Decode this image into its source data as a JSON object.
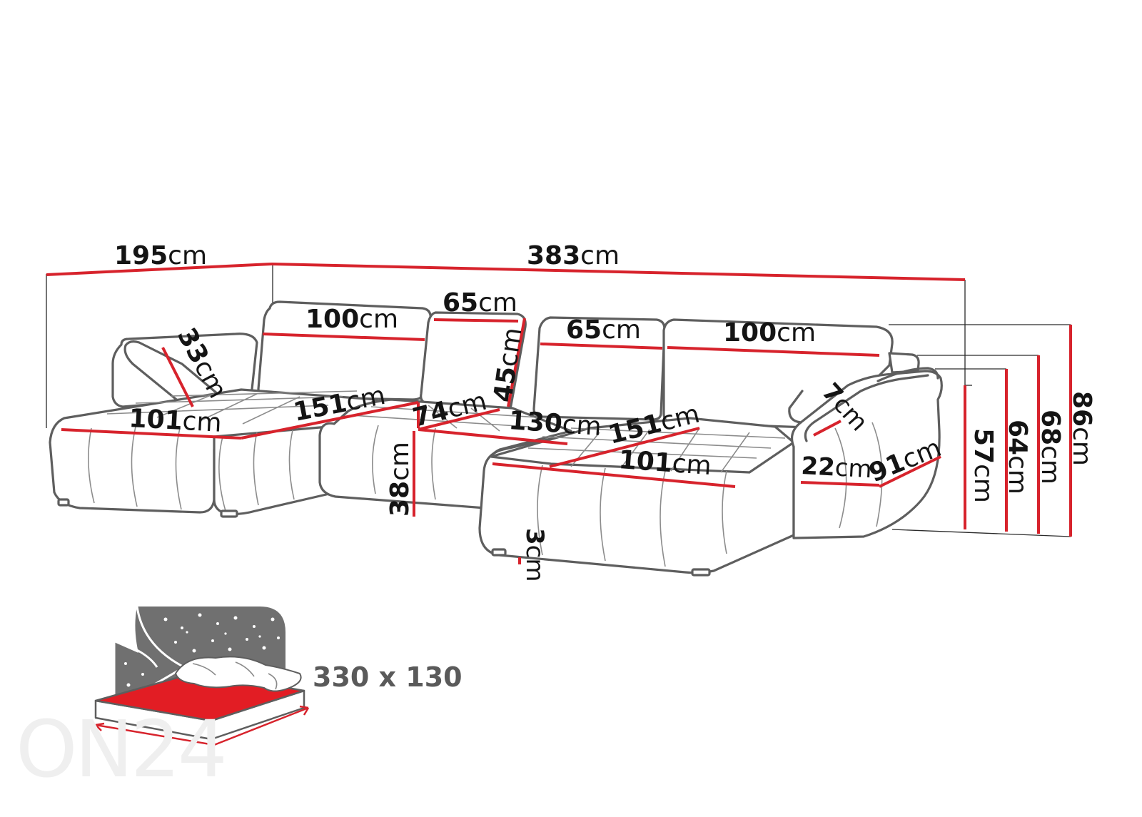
{
  "dimensions": {
    "width_total": {
      "value": "195",
      "unit": "cm"
    },
    "length_total": {
      "value": "383",
      "unit": "cm"
    },
    "back_left_width": {
      "value": "100",
      "unit": "cm"
    },
    "back_mid_left_width": {
      "value": "65",
      "unit": "cm"
    },
    "back_mid_right_width": {
      "value": "65",
      "unit": "cm"
    },
    "back_right_width": {
      "value": "100",
      "unit": "cm"
    },
    "back_cushion_height": {
      "value": "45",
      "unit": "cm"
    },
    "pillow_height": {
      "value": "33",
      "unit": "cm"
    },
    "chaise_left_width": {
      "value": "101",
      "unit": "cm"
    },
    "chaise_left_length": {
      "value": "151",
      "unit": "cm"
    },
    "seat_depth": {
      "value": "74",
      "unit": "cm"
    },
    "seat_width_middle": {
      "value": "130",
      "unit": "cm"
    },
    "chaise_right_length": {
      "value": "151",
      "unit": "cm"
    },
    "chaise_right_width": {
      "value": "101",
      "unit": "cm"
    },
    "seat_height": {
      "value": "38",
      "unit": "cm"
    },
    "leg_height": {
      "value": "3",
      "unit": "cm"
    },
    "armrest_thickness": {
      "value": "7",
      "unit": "cm"
    },
    "armrest_width": {
      "value": "22",
      "unit": "cm"
    },
    "armrest_length": {
      "value": "91",
      "unit": "cm"
    },
    "armrest_height": {
      "value": "57",
      "unit": "cm"
    },
    "backrest_height_a": {
      "value": "64",
      "unit": "cm"
    },
    "backrest_height_b": {
      "value": "68",
      "unit": "cm"
    },
    "total_height": {
      "value": "86",
      "unit": "cm"
    }
  },
  "bed": {
    "size_label": "330 x 130",
    "icon": "bed-function-icon",
    "colors": {
      "mattress": "#e21d24",
      "night_sky": "#707070",
      "frame": "#ffffff"
    }
  },
  "watermark": "ON24",
  "colors": {
    "measure_line": "#d7232c",
    "outline": "#5e5e5e",
    "text": "#141414"
  }
}
